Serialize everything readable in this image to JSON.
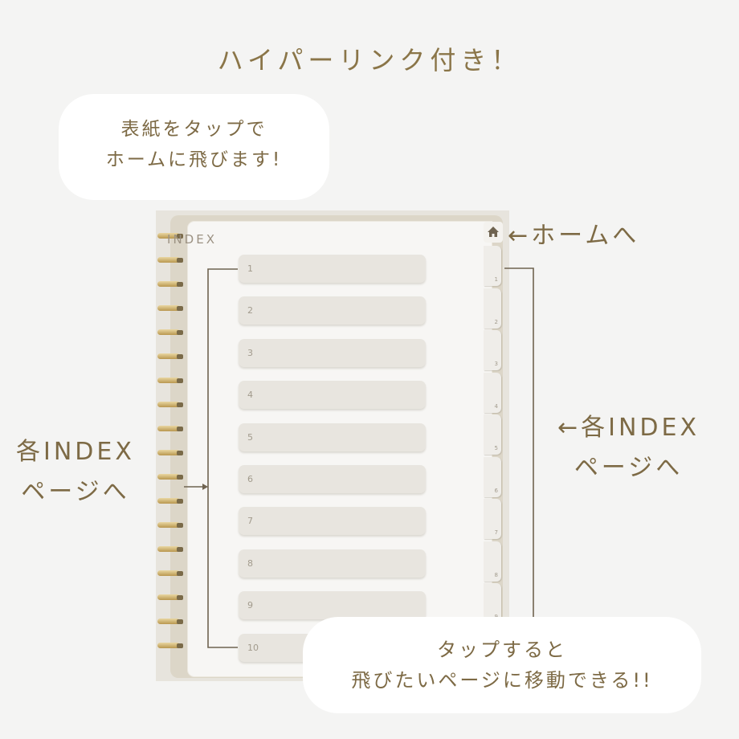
{
  "headline": "ハイパーリンク付き！",
  "callouts": {
    "cover_tap": [
      "表紙をタップで",
      "ホームに飛びます!"
    ],
    "bottom_tap": [
      "タップすると",
      "飛びたいページに移動できる!!"
    ],
    "to_home": "←ホームへ",
    "left_index": [
      "各INDEX",
      "ページへ"
    ],
    "right_index": [
      "←各INDEX",
      "ページへ"
    ]
  },
  "notebook": {
    "page_title": "INDEX",
    "rows": [
      "1",
      "2",
      "3",
      "4",
      "5",
      "6",
      "7",
      "8",
      "9",
      "10"
    ],
    "tabs": [
      "1",
      "2",
      "3",
      "4",
      "5",
      "6",
      "7",
      "8",
      "9"
    ],
    "home_icon": "home-icon"
  },
  "colors": {
    "text": "#7d6a45",
    "background": "#f4f4f3",
    "row": "#e8e5df",
    "ring": "#c9a865"
  }
}
